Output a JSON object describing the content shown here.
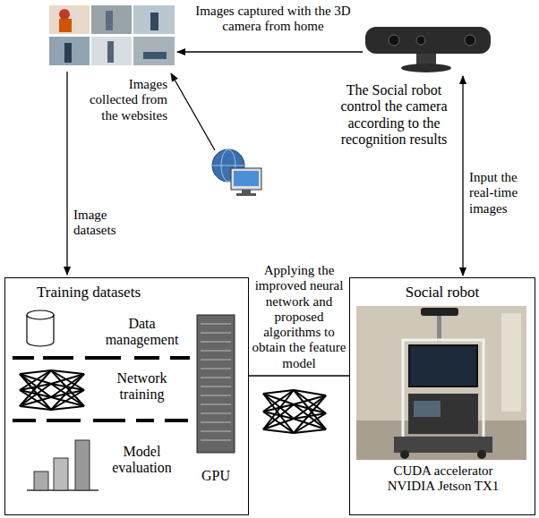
{
  "diagram": {
    "nodes": [
      {
        "text": [
          "Training datasets",
          "Data management",
          "Network training",
          "Model evaluation",
          "GPU"
        ]
      },
      {
        "text": [
          "Social robot",
          "CUDA accelerator NVIDIA Jetson TX1"
        ]
      }
    ],
    "edges": [
      {
        "from": 0,
        "to": 1,
        "arrow": "none",
        "label": "Applying the improved neural network and proposed algorithms to obtain the feature model"
      }
    ],
    "labels": [
      "Images captured with the 3D camera from home",
      "Images collected from the websites",
      "Image datasets",
      "The Social robot control the camera according to the recognition results",
      "Input the real-time images"
    ]
  }
}
